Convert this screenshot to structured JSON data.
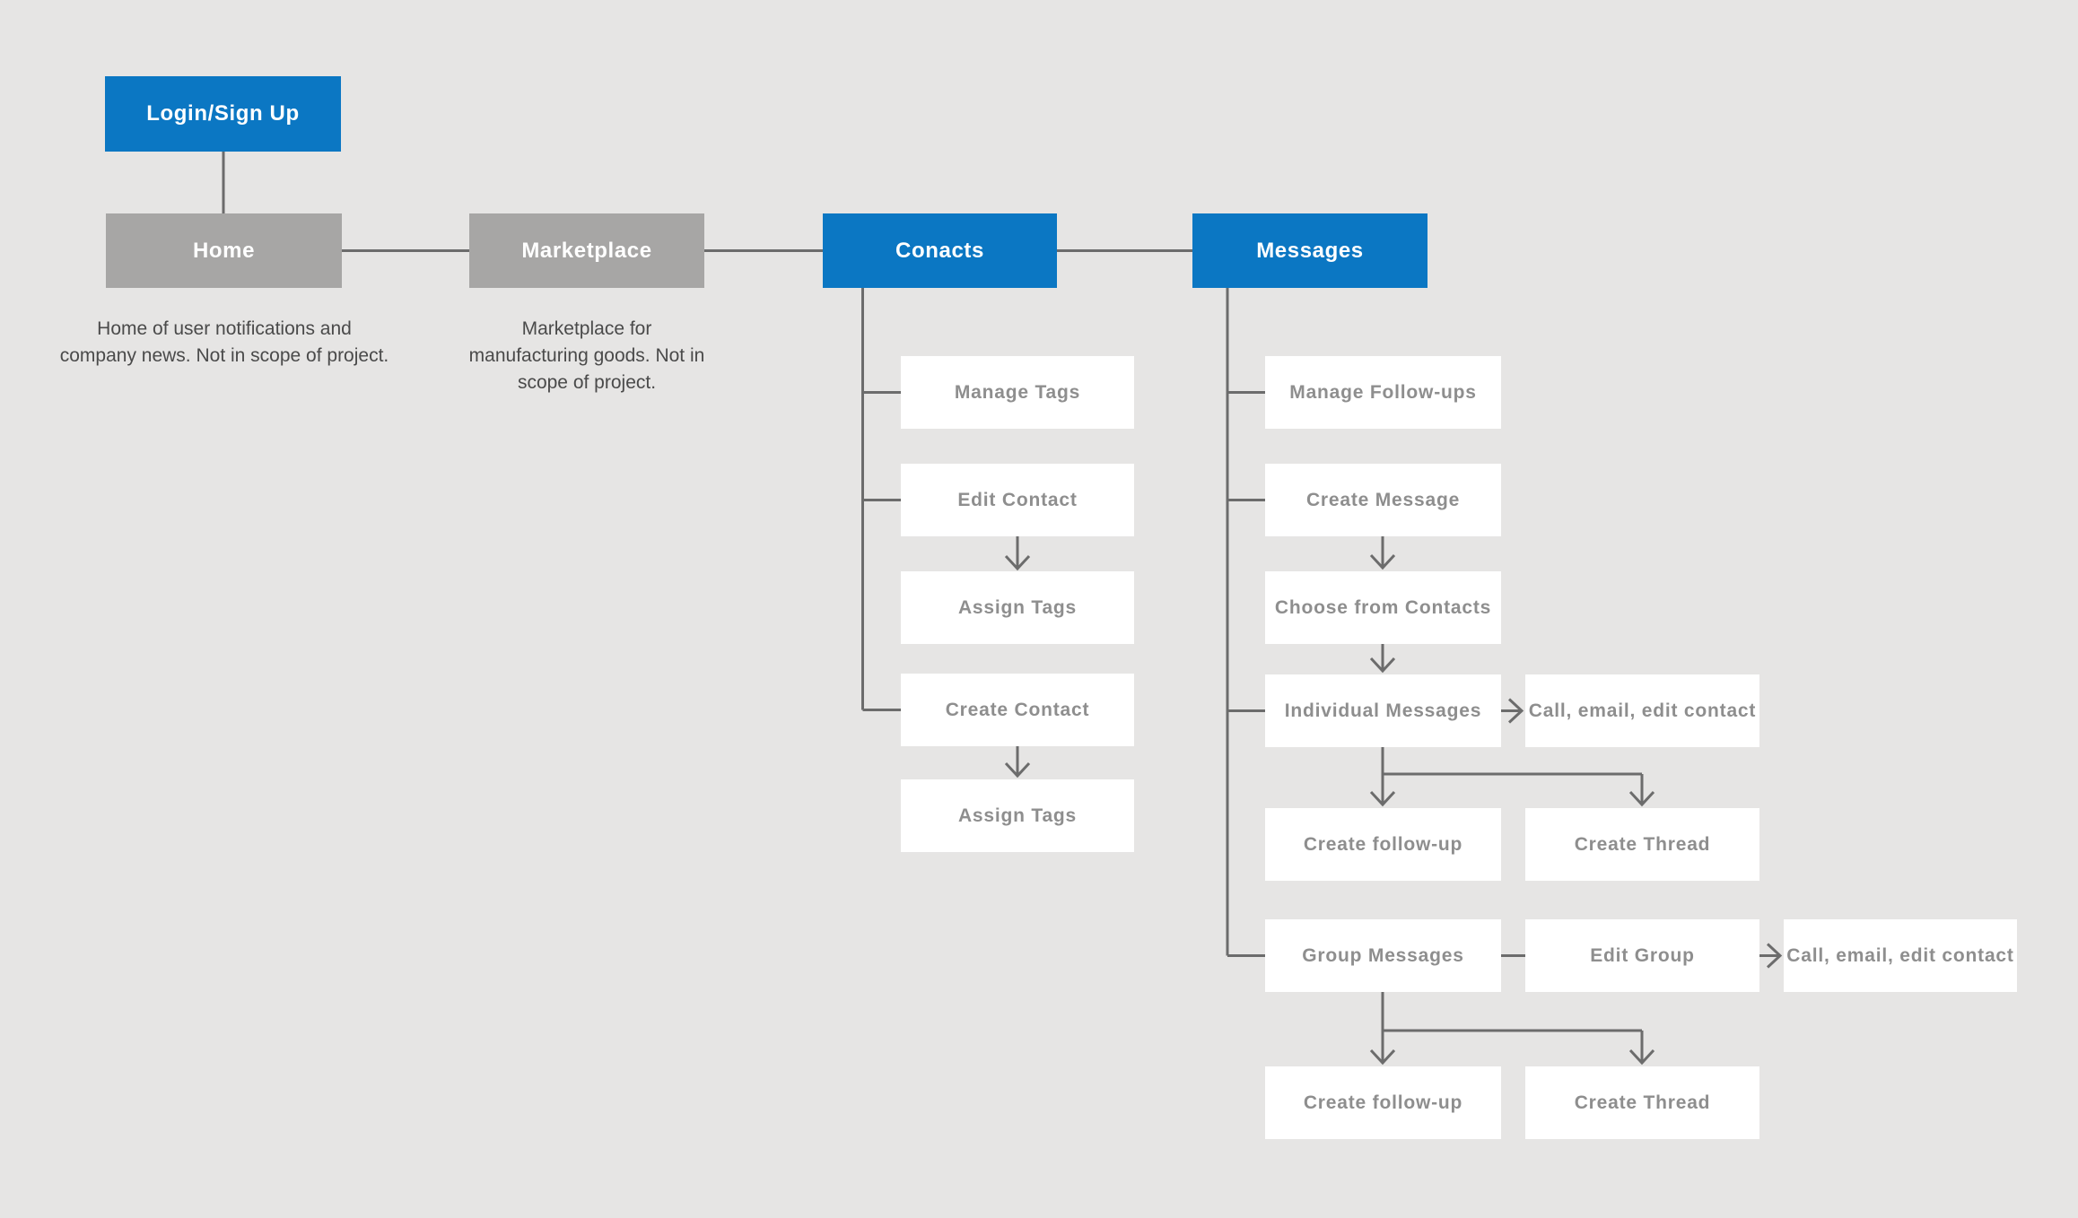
{
  "nodes": {
    "login": {
      "label": "Login/Sign Up"
    },
    "home": {
      "label": "Home"
    },
    "marketplace": {
      "label": "Marketplace"
    },
    "contacts": {
      "label": "Conacts"
    },
    "messages": {
      "label": "Messages"
    },
    "manage_tags": {
      "label": "Manage Tags"
    },
    "edit_contact": {
      "label": "Edit Contact"
    },
    "assign_tags_1": {
      "label": "Assign Tags"
    },
    "create_contact": {
      "label": "Create Contact"
    },
    "assign_tags_2": {
      "label": "Assign Tags"
    },
    "manage_followups": {
      "label": "Manage Follow-ups"
    },
    "create_message": {
      "label": "Create Message"
    },
    "choose_from_contacts": {
      "label": "Choose from Contacts"
    },
    "individual_messages": {
      "label": "Individual Messages"
    },
    "call_email_1": {
      "label": "Call, email, edit contact"
    },
    "create_followup_1": {
      "label": "Create follow-up"
    },
    "create_thread_1": {
      "label": "Create Thread"
    },
    "group_messages": {
      "label": "Group Messages"
    },
    "edit_group": {
      "label": "Edit Group"
    },
    "call_email_2": {
      "label": "Call, email, edit contact"
    },
    "create_followup_2": {
      "label": "Create follow-up"
    },
    "create_thread_2": {
      "label": "Create Thread"
    }
  },
  "descriptions": {
    "home": {
      "line1": "Home of user notifications and",
      "line2": "company news. Not in scope of project."
    },
    "marketplace": {
      "line1": "Marketplace for",
      "line2": "manufacturing goods. Not in",
      "line3": "scope of project."
    }
  },
  "colors": {
    "background": "#E6E5E4",
    "primary_blue": "#0B77C3",
    "inactive_gray": "#A7A6A5",
    "card_white": "#FFFFFF",
    "connector": "#6C6C6C",
    "card_label": "#8E8E8E",
    "description_text": "#4A4A4A"
  }
}
